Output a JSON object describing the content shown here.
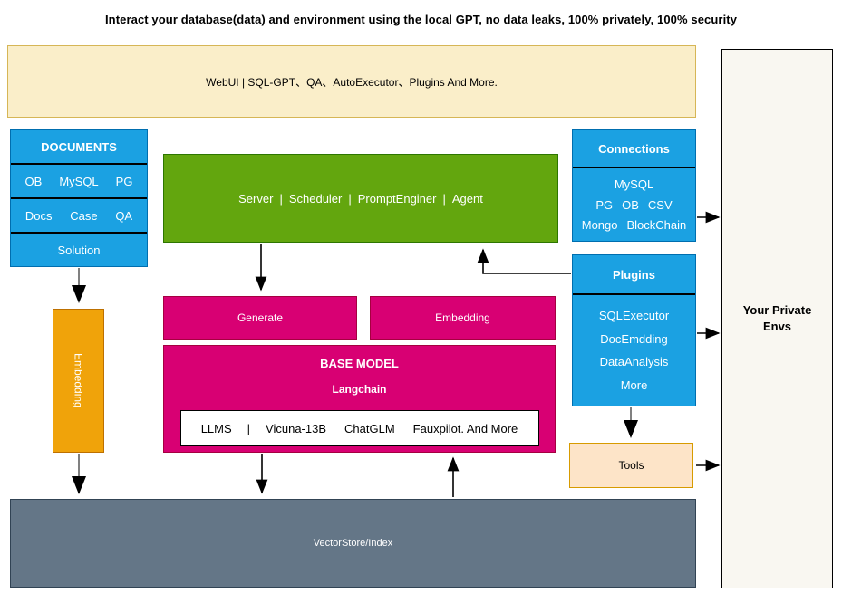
{
  "page": {
    "title": "Interact your database(data) and environment using the local GPT, no data leaks, 100% privately, 100% security"
  },
  "banner": {
    "label": "WebUI | SQL-GPT、QA、AutoExecutor、Plugins And More."
  },
  "documents": {
    "header": "DOCUMENTS",
    "row1": [
      "OB",
      "MySQL",
      "PG"
    ],
    "row2": [
      "Docs",
      "Case",
      "QA"
    ],
    "row3": "Solution"
  },
  "server": {
    "item1": "Server",
    "item2": "Scheduler",
    "item3": "PromptEnginer",
    "item4": "Agent",
    "separator": "|"
  },
  "connections": {
    "header": "Connections",
    "line1": [
      "MySQL"
    ],
    "line2": [
      "PG",
      "OB",
      "CSV"
    ],
    "line3": [
      "Mongo",
      "BlockChain"
    ]
  },
  "plugins": {
    "header": "Plugins",
    "items": [
      "SQLExecutor",
      "DocEmdding",
      "DataAnalysis",
      "More"
    ]
  },
  "generate": {
    "label": "Generate"
  },
  "embedding_pink": {
    "label": "Embedding"
  },
  "base_model": {
    "title": "BASE MODEL",
    "subtitle": "Langchain",
    "llms_label": "LLMS",
    "separator": "|",
    "models": [
      "Vicuna-13B",
      "ChatGLM",
      "Fauxpilot. And More"
    ]
  },
  "embedding_orange": {
    "label": "Embedding"
  },
  "tools": {
    "label": "Tools"
  },
  "vectorstore": {
    "label": "VectorStore/Index"
  },
  "private_envs": {
    "line1": "Your Private",
    "line2": "Envs"
  },
  "colors": {
    "blue": "#1ba1e2",
    "green": "#63a60e",
    "pink": "#d80073",
    "orange": "#f0a30a",
    "tools_fill": "#fde4c8",
    "banner_fill": "#faeec9",
    "slate": "#647687",
    "env_fill": "#f9f7f1"
  }
}
